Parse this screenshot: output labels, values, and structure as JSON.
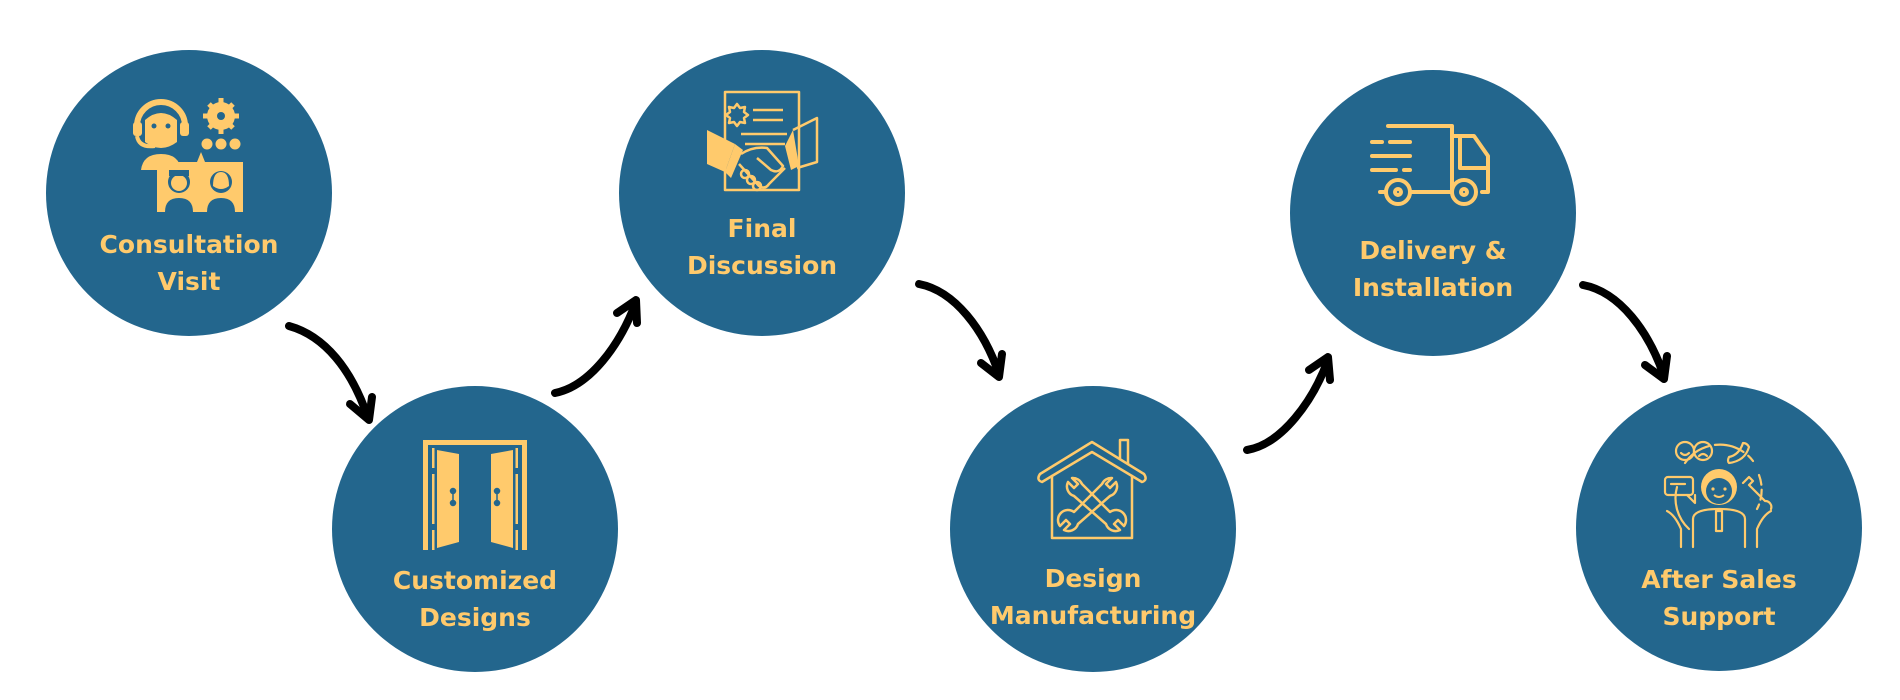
{
  "diagram": {
    "type": "process-flow",
    "colors": {
      "circle": "#23668d",
      "accent": "#ffca6c",
      "arrow": "#000000",
      "background": "#ffffff"
    },
    "steps": [
      {
        "id": "consultation",
        "label_line1": "Consultation",
        "label_line2": "Visit",
        "icon": "consultation-support-icon"
      },
      {
        "id": "customized",
        "label_line1": "Customized",
        "label_line2": "Designs",
        "icon": "open-door-icon"
      },
      {
        "id": "final",
        "label_line1": "Final",
        "label_line2": "Discussion",
        "icon": "handshake-contract-icon"
      },
      {
        "id": "manufacturing",
        "label_line1": "Design",
        "label_line2": "Manufacturing",
        "icon": "house-tools-icon"
      },
      {
        "id": "delivery",
        "label_line1": "Delivery &",
        "label_line2": "Installation",
        "icon": "delivery-truck-icon"
      },
      {
        "id": "aftersales",
        "label_line1": "After Sales",
        "label_line2": "Support",
        "icon": "customer-service-icon"
      }
    ],
    "connections": [
      {
        "from": "consultation",
        "to": "customized"
      },
      {
        "from": "customized",
        "to": "final"
      },
      {
        "from": "final",
        "to": "manufacturing"
      },
      {
        "from": "manufacturing",
        "to": "delivery"
      },
      {
        "from": "delivery",
        "to": "aftersales"
      }
    ]
  }
}
